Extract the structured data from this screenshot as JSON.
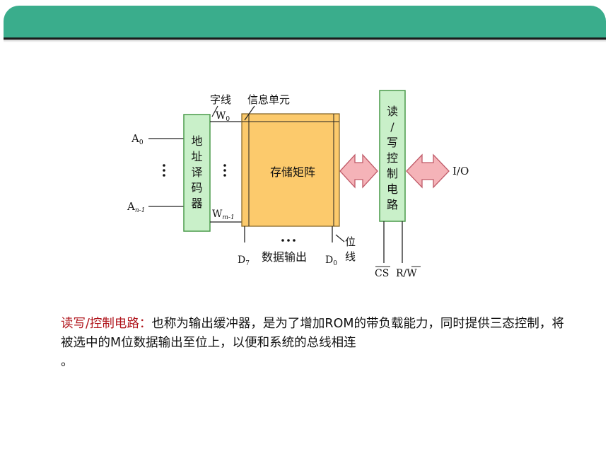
{
  "diagram": {
    "address_top": "A",
    "address_top_sub": "0",
    "address_bottom": "A",
    "address_bottom_sub": "n-1",
    "decoder_label": [
      "地",
      "址",
      "译",
      "码",
      "器"
    ],
    "word_line_label": "字线",
    "w_top": "W",
    "w_top_sub": "0",
    "w_bottom": "W",
    "w_bottom_sub": "m-1",
    "cell_label": "信息单元",
    "matrix_label": "存储矩阵",
    "d_left": "D",
    "d_left_sub": "7",
    "d_right": "D",
    "d_right_sub": "0",
    "data_output_label": "数据输出",
    "bit_line_label": [
      "位",
      "线"
    ],
    "rw_label": [
      "读",
      "/",
      "写",
      "控",
      "制",
      "电",
      "路"
    ],
    "io_label": "I/O",
    "cs_label": "CS",
    "rw_signal_label": "R/W",
    "colors": {
      "decoder_fill": "#c9f0c9",
      "decoder_stroke": "#4a9a4a",
      "matrix_fill": "#fcca6c",
      "matrix_stroke": "#8a6a2a",
      "arrow_fill": "#f5b3b8",
      "arrow_stroke": "#c05a68"
    }
  },
  "description": {
    "term": "读写/控制电路：",
    "body": "也称为输出缓冲器，是为了增加ROM的带负载能力，同时提供三态控制，将被选中的M位数据输出至位上，以便和系统的总线相连",
    "end": "。"
  }
}
